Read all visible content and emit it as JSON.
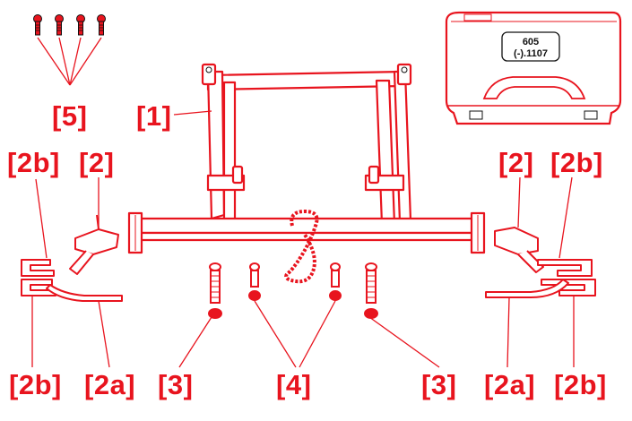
{
  "colors": {
    "accent": "#e8141e",
    "line": "#111111",
    "background": "#ffffff"
  },
  "labels": {
    "screws_top": "[5]",
    "frame": "[1]",
    "bracket_left": "[2]",
    "bracket_right": "[2]",
    "hook_left_top": "[2b]",
    "hook_right_top": "[2b]",
    "hook_left_bottom": "[2b]",
    "hook_right_bottom": "[2b]",
    "rod_left": "[2a]",
    "rod_right": "[2a]",
    "bolt_left": "[3]",
    "bolt_right": "[3]",
    "nuts": "[4]"
  },
  "case": {
    "line1": "605",
    "line2": "(-).1107"
  }
}
